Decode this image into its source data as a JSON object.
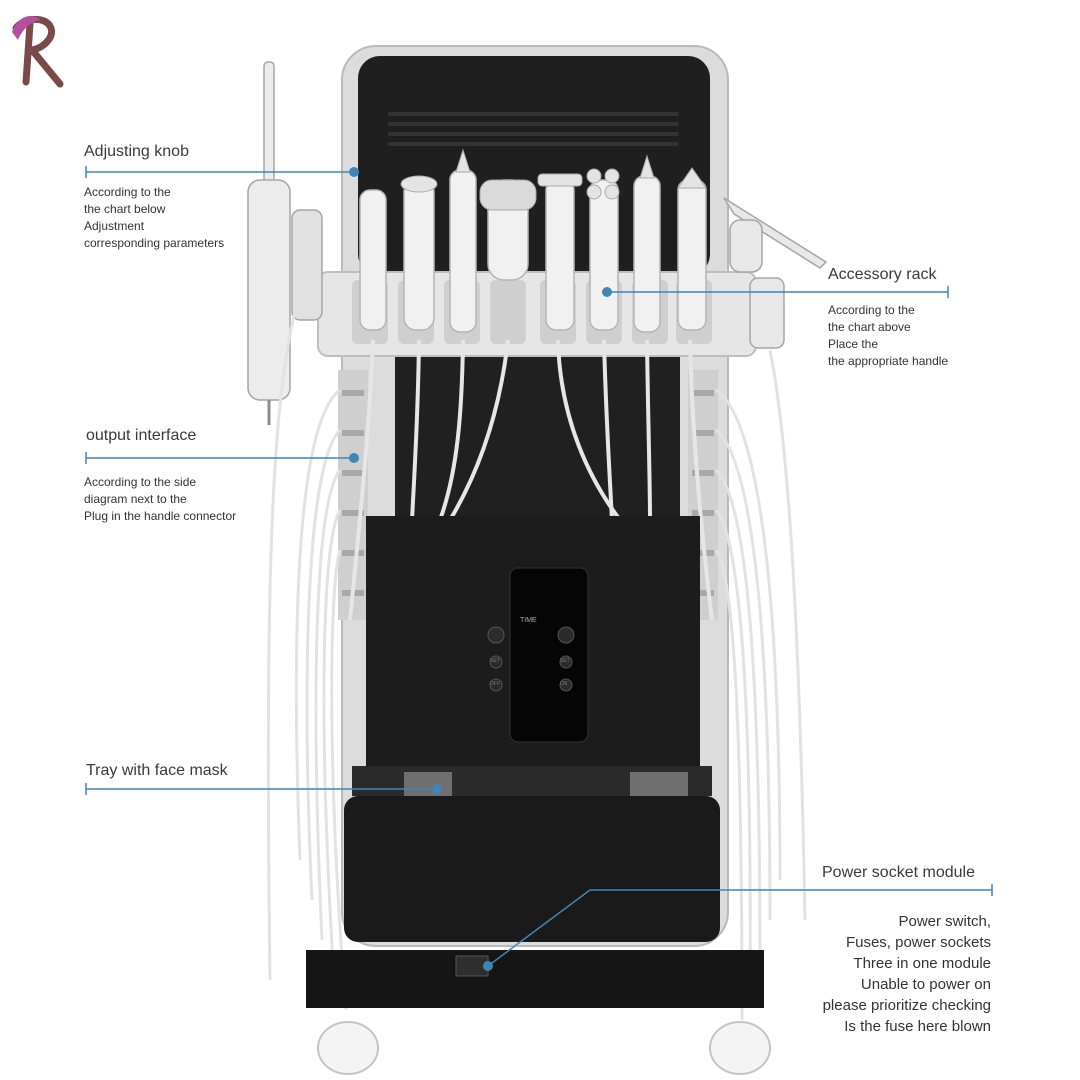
{
  "brand": {
    "logo_letter": "R"
  },
  "panel": {
    "time_label": "TIME",
    "button_labels": [
      "SET",
      "OFF",
      "SET",
      "ON"
    ]
  },
  "callouts": {
    "adjusting_knob": {
      "title": "Adjusting knob",
      "lines": [
        "According to the",
        "the chart below",
        "Adjustment",
        "corresponding parameters"
      ]
    },
    "accessory_rack": {
      "title": "Accessory rack",
      "lines": [
        "According to the",
        "the chart above",
        "Place the",
        "the appropriate handle"
      ]
    },
    "output_interface": {
      "title": "output interface",
      "lines": [
        "According to the side",
        "diagram next to the",
        "Plug in the handle connector"
      ]
    },
    "tray": {
      "title": "Tray with face mask"
    },
    "power_socket": {
      "title": "Power socket module",
      "lines": [
        "Power switch,",
        "Fuses, power sockets",
        "Three in one module",
        "Unable to power on",
        "please prioritize checking",
        "Is the fuse here blown"
      ]
    }
  },
  "colors": {
    "leader": "#3f86b8",
    "body_dark": "#1c1c1c",
    "frame": "#d8d8d8",
    "logo": "#7a4a4a",
    "logo_accent": "#b64fa0"
  }
}
